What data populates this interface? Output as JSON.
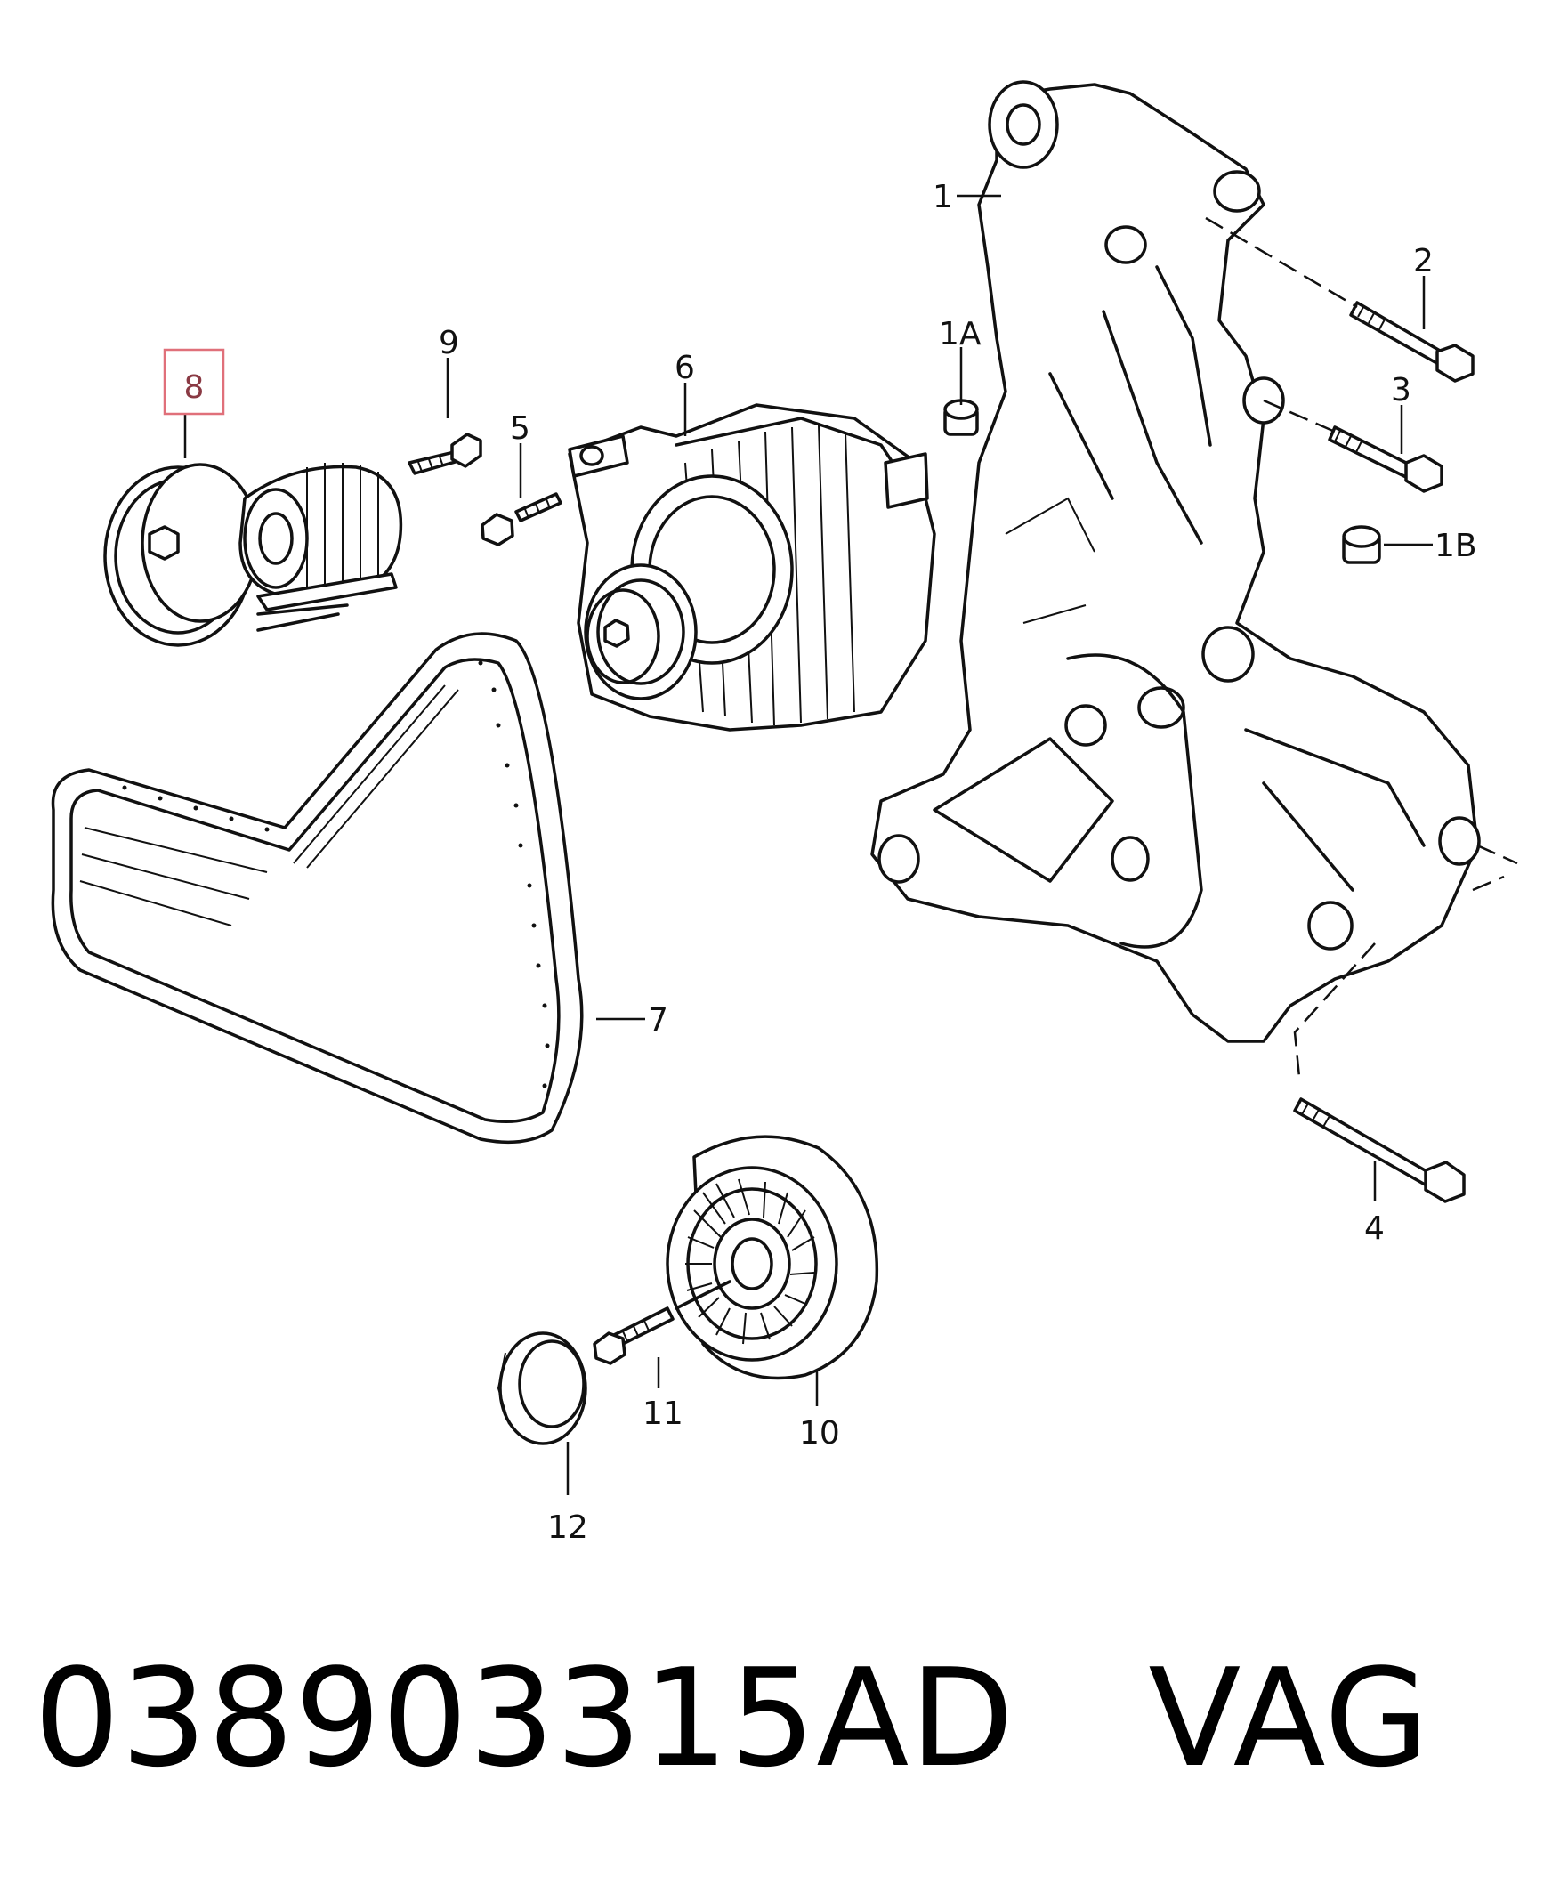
{
  "diagram": {
    "callouts": {
      "p1": "1",
      "p1a": "1A",
      "p1b": "1B",
      "p2": "2",
      "p3": "3",
      "p4": "4",
      "p5": "5",
      "p6": "6",
      "p7": "7",
      "p8": "8",
      "p9": "9",
      "p10": "10",
      "p11": "11",
      "p12": "12"
    },
    "highlighted_part": "8",
    "highlight_color": "#e0707a"
  },
  "footer": {
    "part_number": "038903315AD",
    "brand": "VAG"
  }
}
